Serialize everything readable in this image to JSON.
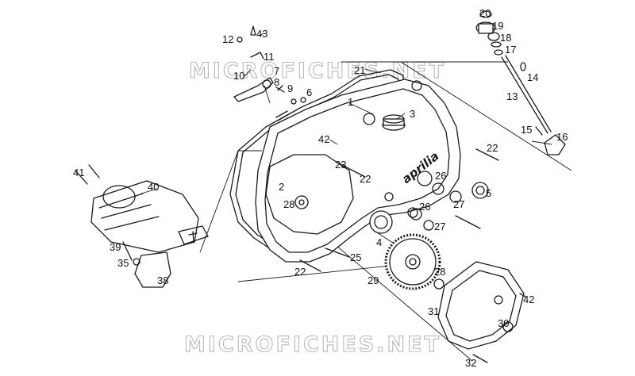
{
  "watermark": "MICROFICHES.NET",
  "brand_logo": "aprilia",
  "callouts": [
    "1",
    "2",
    "3",
    "4",
    "5",
    "6",
    "7",
    "8",
    "9",
    "10",
    "11",
    "12",
    "13",
    "14",
    "15",
    "16",
    "17",
    "18",
    "19",
    "20",
    "21",
    "22",
    "22",
    "22",
    "23",
    "25",
    "26",
    "26",
    "27",
    "27",
    "28",
    "28",
    "28",
    "29",
    "30",
    "31",
    "32",
    "35",
    "38",
    "39",
    "40",
    "41",
    "42",
    "42",
    "43"
  ]
}
